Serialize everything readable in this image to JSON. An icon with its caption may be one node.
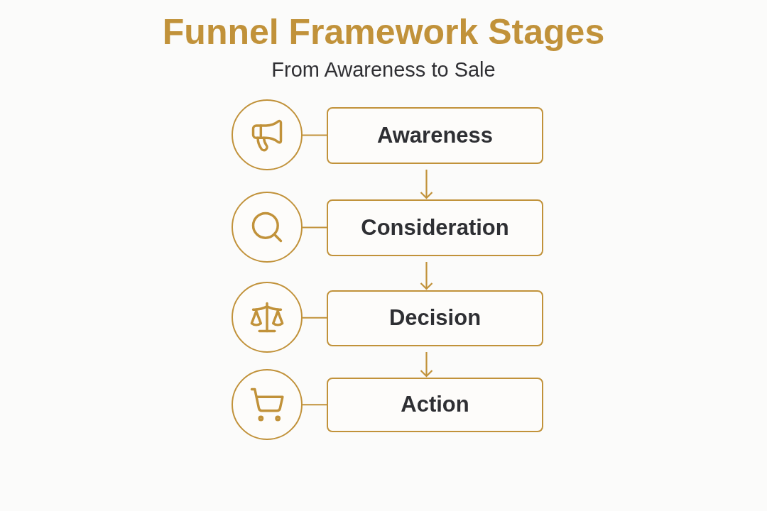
{
  "diagram": {
    "title": "Funnel Framework Stages",
    "caption": "From Awareness to Sale",
    "nodes": [
      {
        "text": [],
        "shape": "circle"
      },
      {
        "text": [
          "Awareness"
        ]
      },
      {
        "text": [],
        "shape": "circle"
      },
      {
        "text": [
          "Consideration"
        ]
      },
      {
        "text": [],
        "shape": "circle"
      },
      {
        "text": [
          "Decision"
        ]
      },
      {
        "text": [],
        "shape": "circle"
      },
      {
        "text": [
          "Action"
        ]
      }
    ],
    "edges": [
      {
        "from": 0,
        "to": 1,
        "arrow": "none"
      },
      {
        "from": 1,
        "to": 3,
        "arrow": "to"
      },
      {
        "from": 2,
        "to": 3,
        "arrow": "none"
      },
      {
        "from": 3,
        "to": 5,
        "arrow": "to"
      },
      {
        "from": 4,
        "to": 5,
        "arrow": "none"
      },
      {
        "from": 5,
        "to": 7,
        "arrow": "to"
      },
      {
        "from": 6,
        "to": 7,
        "arrow": "none"
      }
    ]
  }
}
